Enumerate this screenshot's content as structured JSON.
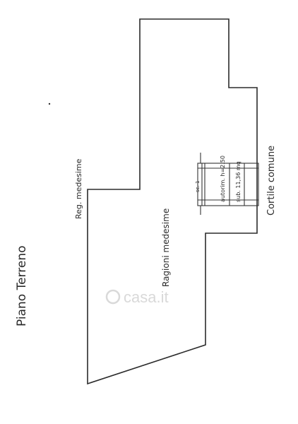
{
  "floor_title": "Piano Terreno",
  "labels": {
    "reg_medesime_left": "Reg. medesime",
    "ragioni_medesime": "Ragioni medesime",
    "cortile_comune": "Cortile comune",
    "stair_main": "autorim. h=2.50",
    "stair_area": "sub. 11,36 mq",
    "stair_small": "sc. 1"
  },
  "watermark": "casa.it"
}
